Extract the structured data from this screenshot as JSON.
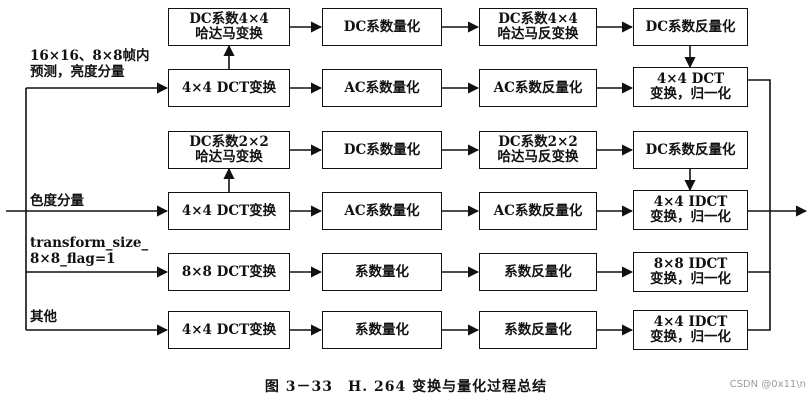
{
  "diagram": {
    "inputs": {
      "luma": [
        "16×16、8×8帧内",
        "预测，亮度分量"
      ],
      "chroma": "色度分量",
      "transform8": [
        "transform_size_",
        "8×8_flag=1"
      ],
      "other": "其他"
    },
    "row1": {
      "dc_hadamard": [
        "DC系数4×4",
        "哈达马变换"
      ],
      "dc_quant": "DC系数量化",
      "dc_inv_hadamard": [
        "DC系数4×4",
        "哈达马反变换"
      ],
      "dc_dequant": "DC系数反量化"
    },
    "row2": {
      "dct": "4×4 DCT变换",
      "ac_quant": "AC系数量化",
      "ac_dequant": "AC系数反量化",
      "idct": [
        "4×4 DCT",
        "变换，归一化"
      ]
    },
    "row3": {
      "dc_hadamard": [
        "DC系数2×2",
        "哈达马变换"
      ],
      "dc_quant": "DC系数量化",
      "dc_inv_hadamard": [
        "DC系数2×2",
        "哈达马反变换"
      ],
      "dc_dequant": "DC系数反量化"
    },
    "row4": {
      "dct": "4×4 DCT变换",
      "ac_quant": "AC系数量化",
      "ac_dequant": "AC系数反量化",
      "idct": [
        "4×4 IDCT",
        "变换，归一化"
      ]
    },
    "row5": {
      "dct": "8×8 DCT变换",
      "quant": "系数量化",
      "dequant": "系数反量化",
      "idct": [
        "8×8 IDCT",
        "变换，归一化"
      ]
    },
    "row6": {
      "dct": "4×4 DCT变换",
      "quant": "系数量化",
      "dequant": "系数反量化",
      "idct": [
        "4×4 IDCT",
        "变换，归一化"
      ]
    },
    "caption": "图 3－33　H. 264 变换与量化过程总结",
    "watermark": "CSDN @0x11\\n"
  }
}
